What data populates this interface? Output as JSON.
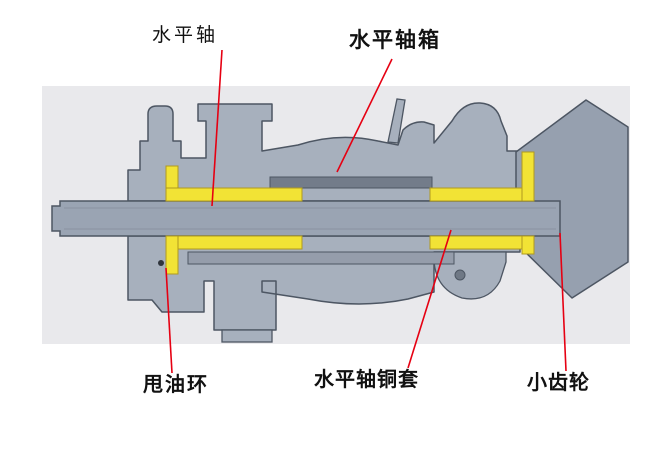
{
  "figure": {
    "colors": {
      "backdrop": "#e9e9ec",
      "metal": "#a7b0bd",
      "metal_shaft": "#9aa4b3",
      "metal_dark": "#96a0af",
      "slot_dark": "#737c8a",
      "slot_light": "#959dab",
      "outline": "#4d5663",
      "bushing": "#f2e335",
      "bushing_outline": "#b09a1e",
      "leader": "#e60012",
      "label_text": "#111111"
    },
    "labels": [
      {
        "id": "horizontal-shaft",
        "text": "水平轴"
      },
      {
        "id": "horizontal-shaft-housing",
        "text": "水平轴箱"
      },
      {
        "id": "oil-slinger-ring",
        "text": "甩油环"
      },
      {
        "id": "horizontal-shaft-bronze-sleeve",
        "text": "水平轴铜套"
      },
      {
        "id": "pinion-gear",
        "text": "小齿轮"
      }
    ]
  }
}
